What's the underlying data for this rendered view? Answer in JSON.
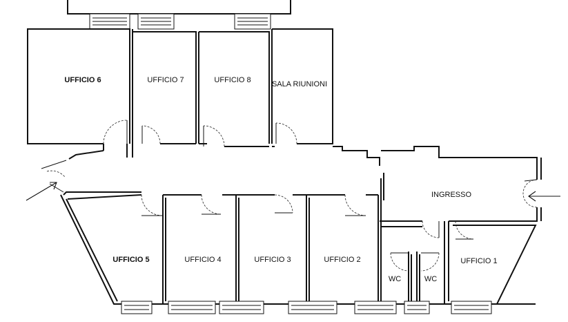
{
  "rooms": {
    "ufficio_6": "UFFICIO 6",
    "ufficio_7": "UFFICIO 7",
    "ufficio_8": "UFFICIO 8",
    "sala_riunioni": "SALA RIUNIONI",
    "ingresso": "INGRESSO",
    "ufficio_5": "UFFICIO 5",
    "ufficio_4": "UFFICIO 4",
    "ufficio_3": "UFFICIO 3",
    "ufficio_2": "UFFICIO 2",
    "ufficio_1": "UFFICIO 1",
    "wc_left": "WC",
    "wc_right": "WC"
  },
  "icons": [
    "entrance-arrow-icon",
    "exit-arrow-icon",
    "door-swing-icon",
    "window-icon"
  ]
}
